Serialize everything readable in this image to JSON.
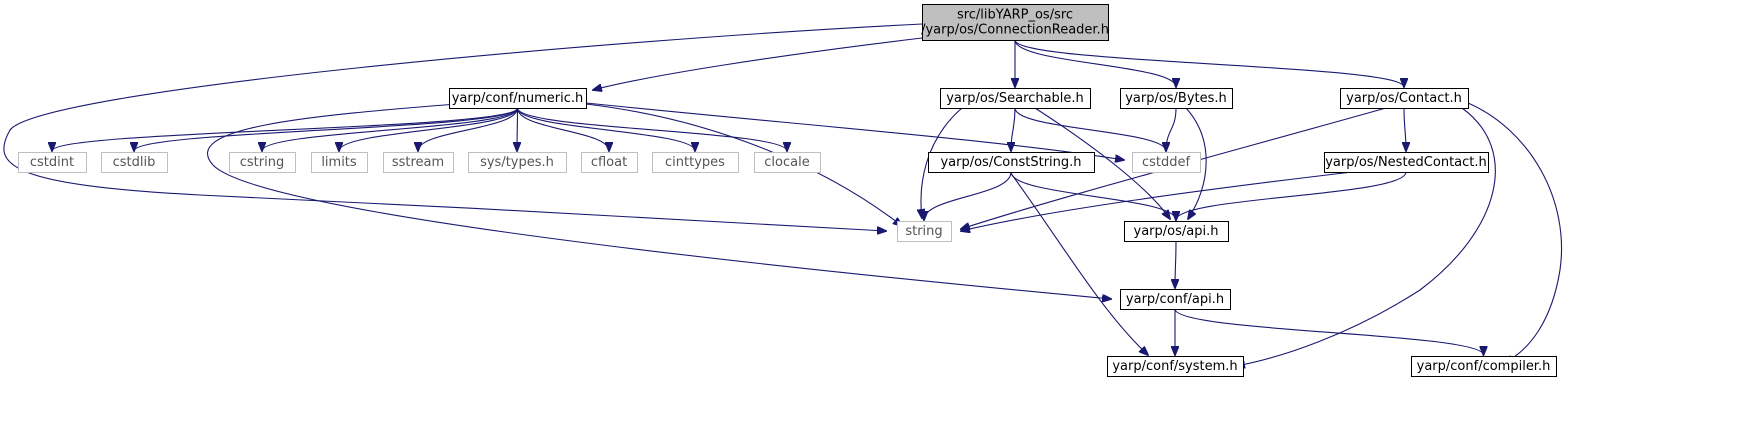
{
  "nodes": [
    {
      "id": "ConnectionReader",
      "lines": [
        "src/libYARP_os/src",
        "/yarp/os/ConnectionReader.h"
      ],
      "kind": "main"
    },
    {
      "id": "numeric",
      "lines": [
        "yarp/conf/numeric.h"
      ],
      "kind": "doc"
    },
    {
      "id": "Searchable",
      "lines": [
        "yarp/os/Searchable.h"
      ],
      "kind": "doc"
    },
    {
      "id": "Bytes",
      "lines": [
        "yarp/os/Bytes.h"
      ],
      "kind": "doc"
    },
    {
      "id": "Contact",
      "lines": [
        "yarp/os/Contact.h"
      ],
      "kind": "doc"
    },
    {
      "id": "cstdint",
      "lines": [
        "cstdint"
      ],
      "kind": "ext"
    },
    {
      "id": "cstdlib",
      "lines": [
        "cstdlib"
      ],
      "kind": "ext"
    },
    {
      "id": "cstring",
      "lines": [
        "cstring"
      ],
      "kind": "ext"
    },
    {
      "id": "limits",
      "lines": [
        "limits"
      ],
      "kind": "ext"
    },
    {
      "id": "sstream",
      "lines": [
        "sstream"
      ],
      "kind": "ext"
    },
    {
      "id": "systypes",
      "lines": [
        "sys/types.h"
      ],
      "kind": "ext"
    },
    {
      "id": "cfloat",
      "lines": [
        "cfloat"
      ],
      "kind": "ext"
    },
    {
      "id": "cinttypes",
      "lines": [
        "cinttypes"
      ],
      "kind": "ext"
    },
    {
      "id": "clocale",
      "lines": [
        "clocale"
      ],
      "kind": "ext"
    },
    {
      "id": "cstddef",
      "lines": [
        "cstddef"
      ],
      "kind": "ext"
    },
    {
      "id": "ConstString",
      "lines": [
        "yarp/os/ConstString.h"
      ],
      "kind": "doc"
    },
    {
      "id": "NestedContact",
      "lines": [
        "yarp/os/NestedContact.h"
      ],
      "kind": "doc"
    },
    {
      "id": "string",
      "lines": [
        "string"
      ],
      "kind": "ext"
    },
    {
      "id": "osapi",
      "lines": [
        "yarp/os/api.h"
      ],
      "kind": "doc"
    },
    {
      "id": "confapi",
      "lines": [
        "yarp/conf/api.h"
      ],
      "kind": "doc"
    },
    {
      "id": "system",
      "lines": [
        "yarp/conf/system.h"
      ],
      "kind": "doc"
    },
    {
      "id": "compiler",
      "lines": [
        "yarp/conf/compiler.h"
      ],
      "kind": "doc"
    }
  ],
  "edges": [
    [
      "ConnectionReader",
      "string"
    ],
    [
      "ConnectionReader",
      "numeric"
    ],
    [
      "ConnectionReader",
      "Searchable"
    ],
    [
      "ConnectionReader",
      "Bytes"
    ],
    [
      "ConnectionReader",
      "Contact"
    ],
    [
      "numeric",
      "cstdint"
    ],
    [
      "numeric",
      "cstdlib"
    ],
    [
      "numeric",
      "cstring"
    ],
    [
      "numeric",
      "limits"
    ],
    [
      "numeric",
      "sstream"
    ],
    [
      "numeric",
      "systypes"
    ],
    [
      "numeric",
      "cfloat"
    ],
    [
      "numeric",
      "cinttypes"
    ],
    [
      "numeric",
      "clocale"
    ],
    [
      "numeric",
      "cstddef"
    ],
    [
      "numeric",
      "string"
    ],
    [
      "numeric",
      "confapi"
    ],
    [
      "Searchable",
      "string"
    ],
    [
      "Searchable",
      "ConstString"
    ],
    [
      "Searchable",
      "cstddef"
    ],
    [
      "Searchable",
      "osapi"
    ],
    [
      "Bytes",
      "cstddef"
    ],
    [
      "Bytes",
      "osapi"
    ],
    [
      "Contact",
      "string"
    ],
    [
      "Contact",
      "NestedContact"
    ],
    [
      "Contact",
      "system"
    ],
    [
      "Contact",
      "compiler"
    ],
    [
      "ConstString",
      "string"
    ],
    [
      "ConstString",
      "osapi"
    ],
    [
      "ConstString",
      "system"
    ],
    [
      "NestedContact",
      "string"
    ],
    [
      "NestedContact",
      "osapi"
    ],
    [
      "osapi",
      "confapi"
    ],
    [
      "confapi",
      "system"
    ],
    [
      "confapi",
      "compiler"
    ]
  ],
  "colors": {
    "edge": "#191970",
    "main_fill": "#bfbfbf",
    "ext_border": "#bfbfbf",
    "ext_text": "#555555"
  }
}
